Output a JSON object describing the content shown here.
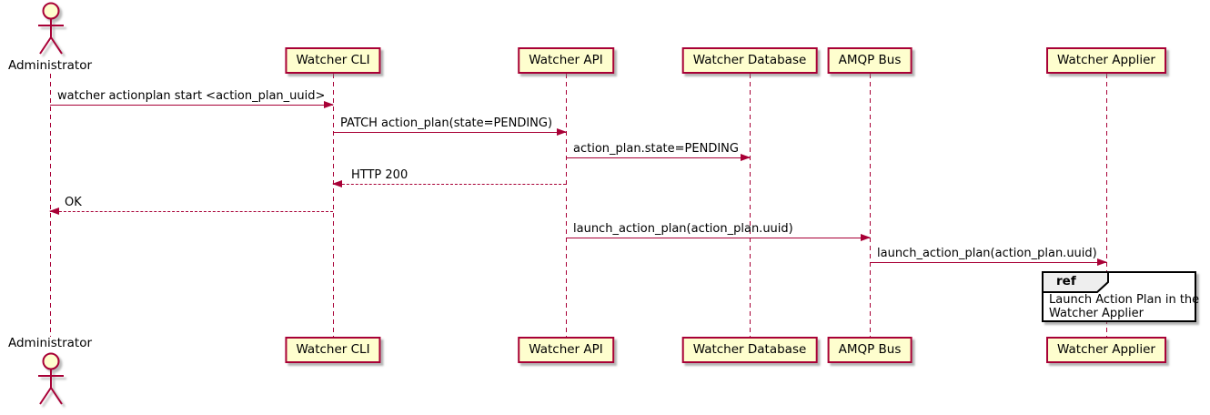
{
  "participants": [
    {
      "name": "Administrator",
      "type": "actor"
    },
    {
      "name": "Watcher CLI",
      "type": "participant"
    },
    {
      "name": "Watcher API",
      "type": "participant"
    },
    {
      "name": "Watcher Database",
      "type": "participant"
    },
    {
      "name": "AMQP Bus",
      "type": "participant"
    },
    {
      "name": "Watcher Applier",
      "type": "participant"
    }
  ],
  "messages": [
    {
      "label": "watcher actionplan start <action_plan_uuid>",
      "from": "Administrator",
      "to": "Watcher CLI",
      "style": "solid"
    },
    {
      "label": "PATCH action_plan(state=PENDING)",
      "from": "Watcher CLI",
      "to": "Watcher API",
      "style": "solid"
    },
    {
      "label": "action_plan.state=PENDING",
      "from": "Watcher API",
      "to": "Watcher Database",
      "style": "solid"
    },
    {
      "label": "HTTP 200",
      "from": "Watcher API",
      "to": "Watcher CLI",
      "style": "dashed"
    },
    {
      "label": "OK",
      "from": "Watcher CLI",
      "to": "Administrator",
      "style": "dashed"
    },
    {
      "label": "launch_action_plan(action_plan.uuid)",
      "from": "Watcher API",
      "to": "AMQP Bus",
      "style": "solid"
    },
    {
      "label": "launch_action_plan(action_plan.uuid)",
      "from": "AMQP Bus",
      "to": "Watcher Applier",
      "style": "solid"
    }
  ],
  "ref_fragment": {
    "keyword": "ref",
    "lines": [
      "Launch Action Plan in the",
      "Watcher Applier"
    ],
    "over": "Watcher Applier"
  },
  "colors": {
    "participant_fill": "#FEFECE",
    "line": "#A80036",
    "ref_border": "#000000",
    "ref_tab_fill": "#EEEEEE",
    "text": "#000000"
  }
}
